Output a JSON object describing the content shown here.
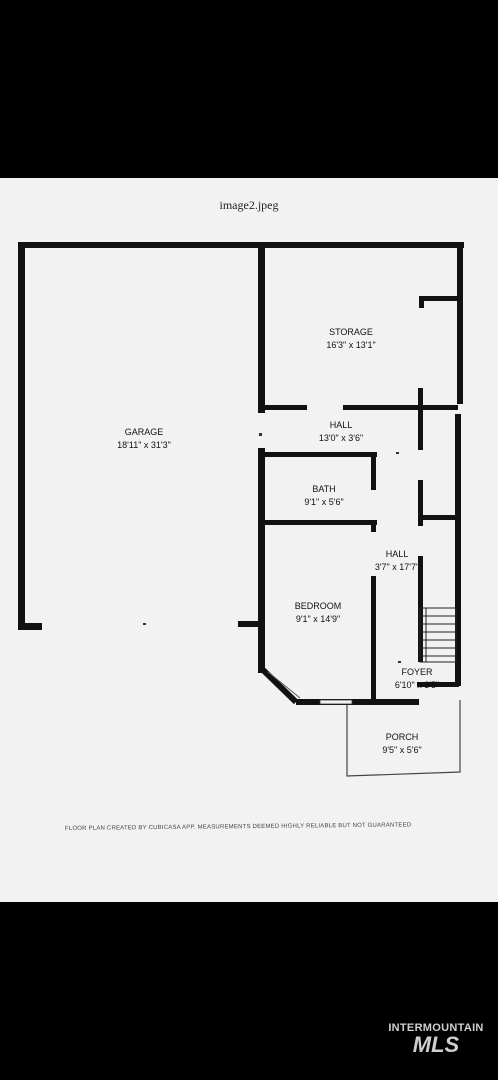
{
  "document": {
    "title": "image2.jpeg",
    "footer_note": "FLOOR PLAN CREATED BY CUBICASA APP. MEASUREMENTS DEEMED HIGHLY RELIABLE BUT NOT GUARANTEED"
  },
  "rooms": {
    "garage": {
      "name": "GARAGE",
      "size": "18'11\" x 31'3\""
    },
    "storage": {
      "name": "STORAGE",
      "size": "16'3\" x 13'1\""
    },
    "hall_upper": {
      "name": "HALL",
      "size": "13'0\" x 3'6\""
    },
    "bath": {
      "name": "BATH",
      "size": "9'1\" x 5'6\""
    },
    "hall_lower": {
      "name": "HALL",
      "size": "3'7\" x 17'7\""
    },
    "bedroom": {
      "name": "BEDROOM",
      "size": "9'1\" x 14'9\""
    },
    "foyer": {
      "name": "FOYER",
      "size": "6'10\" x 3'5\""
    },
    "porch": {
      "name": "PORCH",
      "size": "9'5\" x 5'6\""
    }
  },
  "watermark": {
    "line1": "INTERMOUNTAIN",
    "line2": "MLS"
  },
  "colors": {
    "wall": "#111111",
    "sheet": "#f2f2f2",
    "background": "#000000"
  }
}
